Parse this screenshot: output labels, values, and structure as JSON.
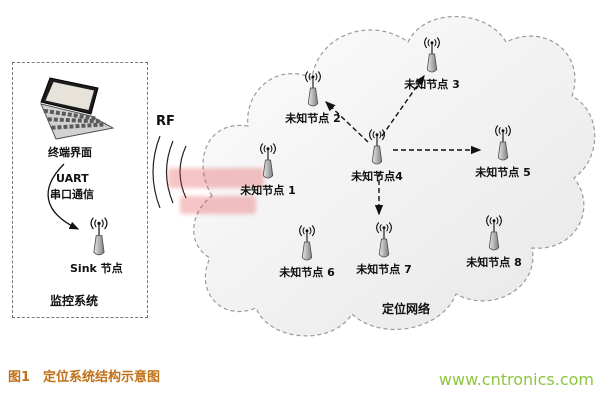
{
  "monitor_box": {
    "terminal_label": "终端界面",
    "uart_line1": "UART",
    "uart_line2": "串口通信",
    "sink_label": "Sink 节点",
    "box_label": "监控系统"
  },
  "rf_label": "RF",
  "network": {
    "label": "定位网络",
    "nodes": [
      {
        "label": "未知节点 1"
      },
      {
        "label": "未知节点 2"
      },
      {
        "label": "未知节点 3"
      },
      {
        "label": "未知节点4"
      },
      {
        "label": "未知节点 5"
      },
      {
        "label": "未知节点 6"
      },
      {
        "label": "未知节点 7"
      },
      {
        "label": "未知节点 8"
      }
    ]
  },
  "caption": "图1　定位系统结构示意图",
  "footer_url": "www.cntronics.com",
  "colors": {
    "caption": "#bf7117",
    "url": "#8dc63e",
    "arrow": "#111111",
    "cloud_stroke": "#9a9a9a"
  }
}
